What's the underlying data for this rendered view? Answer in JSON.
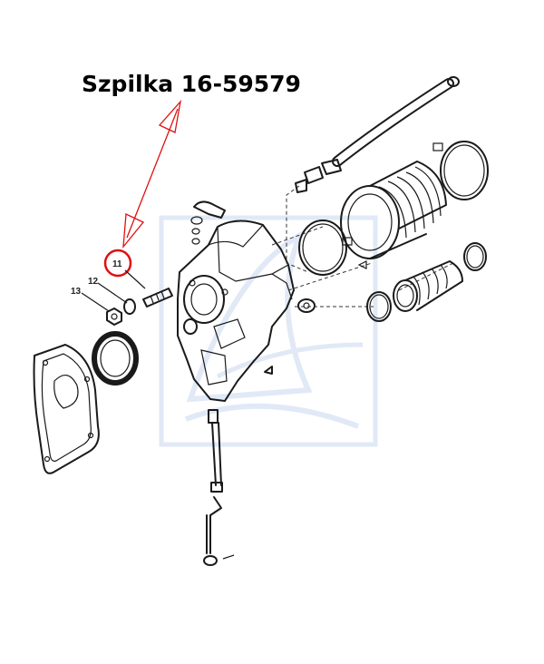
{
  "title": "Szpilka 16-59579",
  "colors": {
    "highlight": "#e01010",
    "arrow": "#e01010",
    "watermark": "#c9d8f2",
    "ink": "#1a1a1a"
  },
  "callouts": {
    "stud": "11",
    "washer": "12",
    "nut": "13"
  }
}
